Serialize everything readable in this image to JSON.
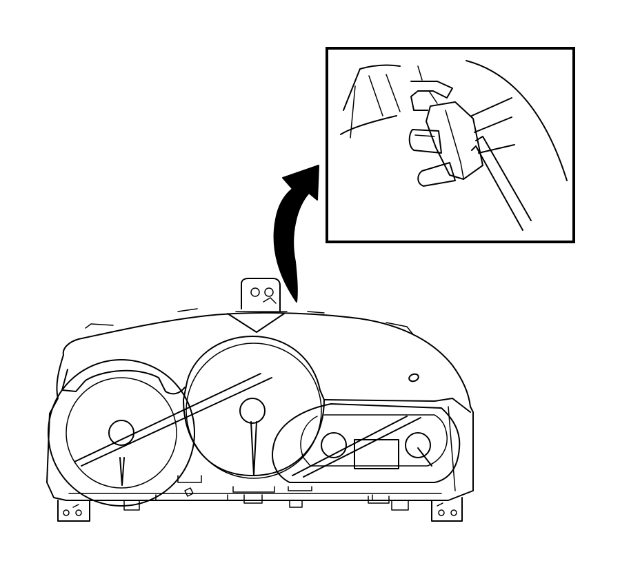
{
  "figure": {
    "type": "line-drawing",
    "subject": "instrument-cluster",
    "stroke_color": "#000000",
    "background_color": "#ffffff",
    "components": [
      "instrument-cluster-housing",
      "top-connector-tab",
      "zoom-arrow",
      "detail-inset"
    ],
    "inset": {
      "shows": [
        "connector-latch",
        "release-tool"
      ]
    },
    "visible_text": []
  }
}
